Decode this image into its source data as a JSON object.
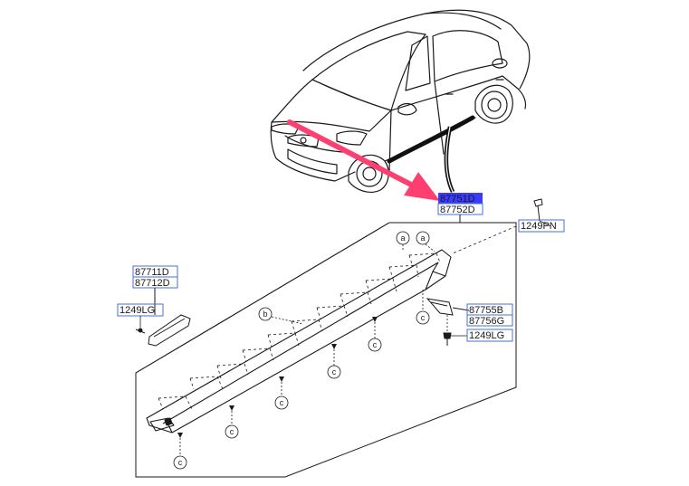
{
  "part_labels": {
    "main_top": "87751D",
    "main_bottom": "87752D",
    "front_top": "87711D",
    "front_bottom": "87712D",
    "rear_top": "87755B",
    "rear_bottom": "87756G",
    "screw_top": "1249PN",
    "screw_front": "1249LG",
    "screw_rear": "1249LG"
  },
  "callouts": {
    "a": "a",
    "b": "b",
    "c": "c"
  },
  "colors": {
    "line": "#1a1a1a",
    "highlight_box": "#3b3bff",
    "label_box": "#4a6fd6",
    "arrow": "#ff3f6f"
  }
}
